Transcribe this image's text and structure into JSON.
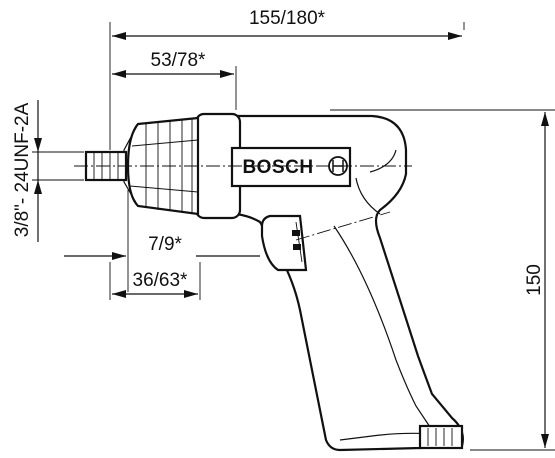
{
  "drawing": {
    "brand": "BOSCH",
    "dimensions": {
      "overall_length": "155/180*",
      "chuck_length": "53/78*",
      "thread_size": "3/8\"- 24UNF-2A",
      "spindle_offset": "7/9*",
      "nose_length": "36/63*",
      "height": "150"
    }
  }
}
